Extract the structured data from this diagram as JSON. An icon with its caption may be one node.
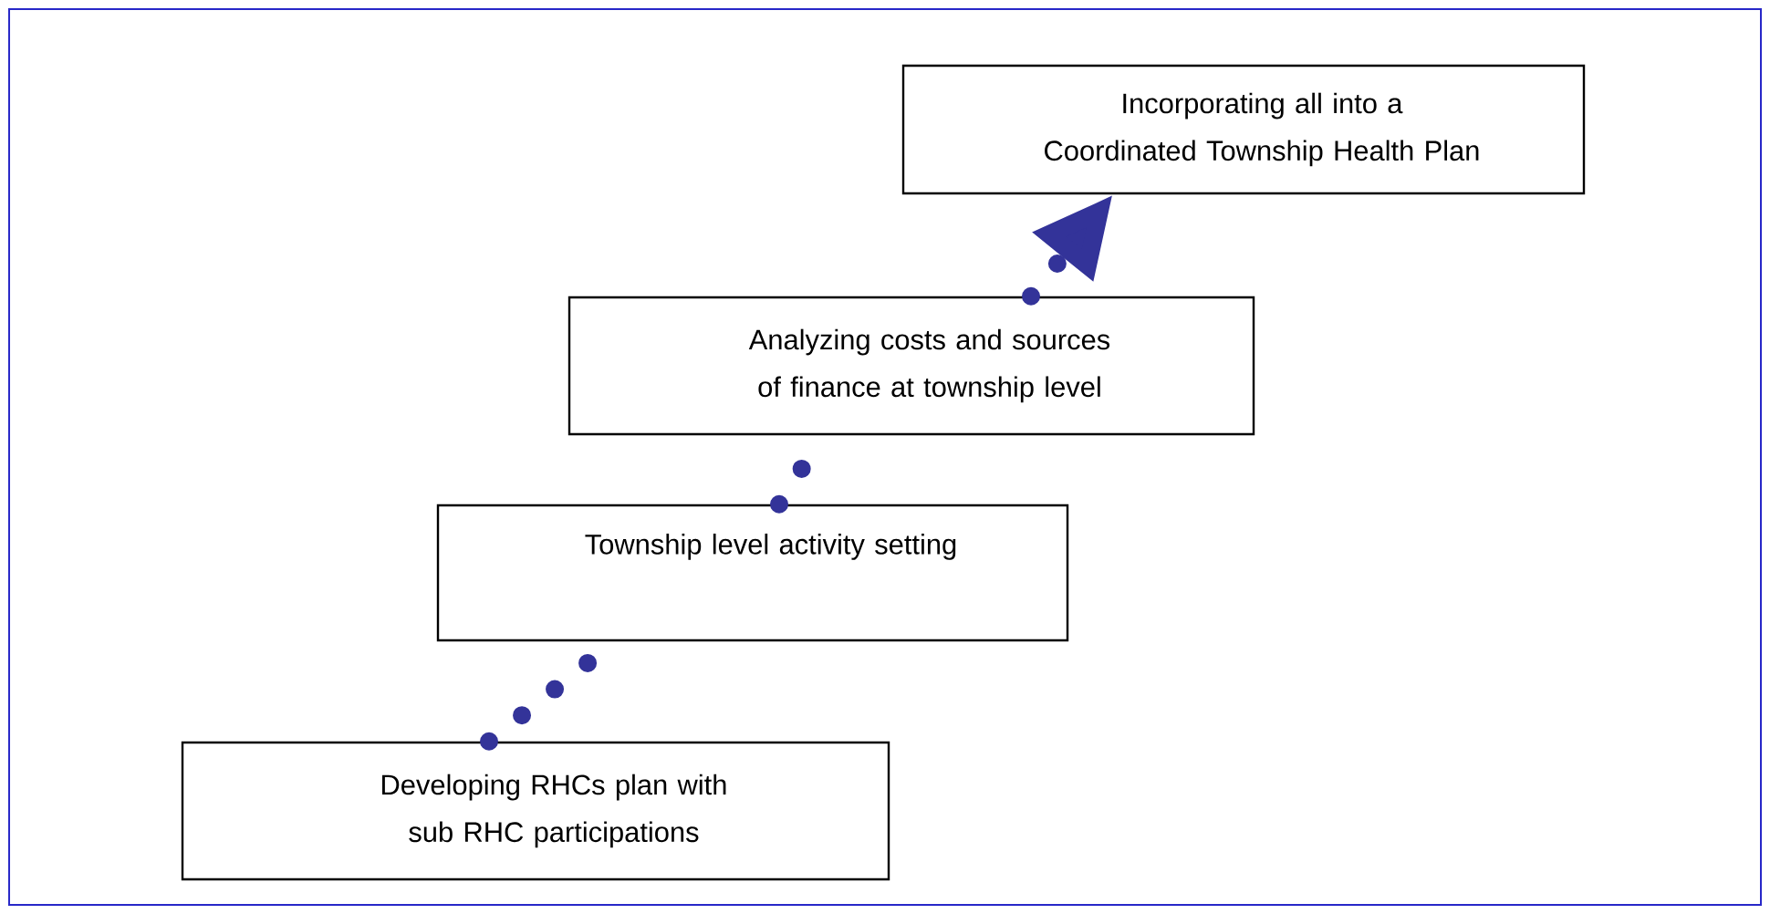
{
  "diagram": {
    "nodes": [
      {
        "text": [
          "Incorporating all into a Coordinated Township Health Plan"
        ]
      },
      {
        "text": [
          "Analyzing costs and sources of finance at township level"
        ]
      },
      {
        "text": [
          "Township level activity setting"
        ]
      },
      {
        "text": [
          "Developing RHCs plan with sub RHC participations"
        ]
      }
    ],
    "edges": [
      {
        "from": 3,
        "to": 2,
        "arrow": "none"
      },
      {
        "from": 2,
        "to": 1,
        "arrow": "none"
      },
      {
        "from": 1,
        "to": 0,
        "arrow": "to"
      }
    ]
  }
}
